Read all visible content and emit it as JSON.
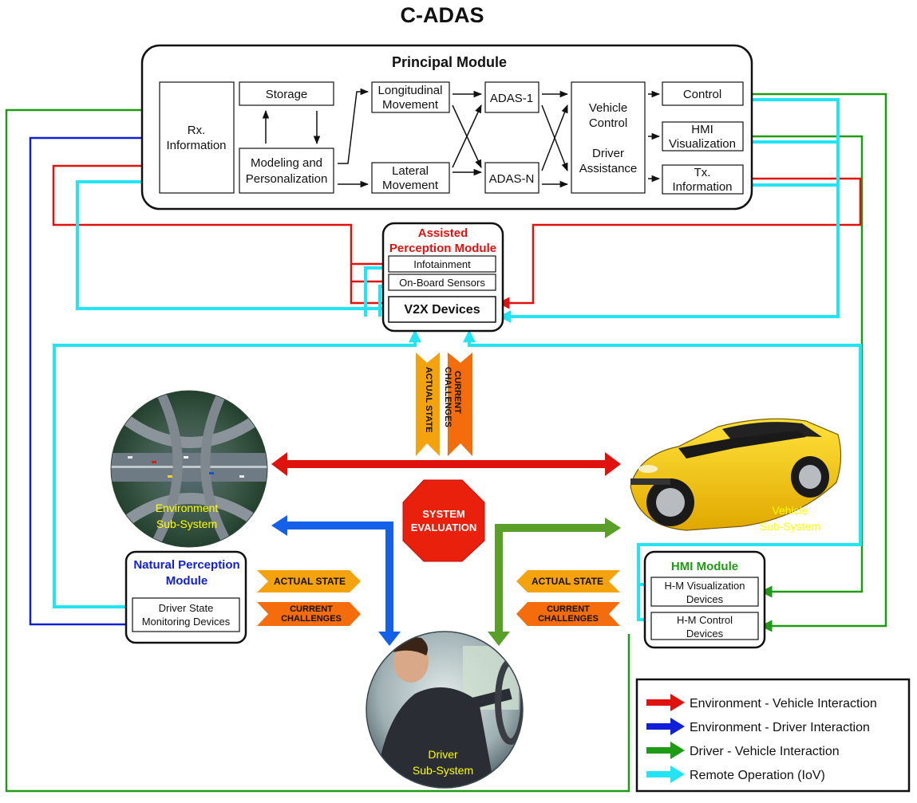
{
  "title": "C-ADAS",
  "principal": {
    "title": "Principal Module",
    "rx": [
      "Rx.",
      "Information"
    ],
    "storage": "Storage",
    "modeling": [
      "Modeling and",
      "Personalization"
    ],
    "longitudinal": [
      "Longitudinal",
      "Movement"
    ],
    "lateral": [
      "Lateral",
      "Movement"
    ],
    "adas1": "ADAS-1",
    "adasn": "ADAS-N",
    "vehicle_control": [
      "Vehicle",
      "Control"
    ],
    "driver_assistance": [
      "Driver",
      "Assistance"
    ],
    "control": "Control",
    "hmi_vis": [
      "HMI",
      "Visualization"
    ],
    "tx": [
      "Tx.",
      "Information"
    ]
  },
  "assisted": {
    "title": [
      "Assisted",
      "Perception Module"
    ],
    "infotainment": "Infotainment",
    "sensors": "On-Board Sensors",
    "v2x": "V2X Devices"
  },
  "natural": {
    "title": [
      "Natural Perception",
      "Module"
    ],
    "device": [
      "Driver State",
      "Monitoring Devices"
    ]
  },
  "hmi": {
    "title": "HMI Module",
    "vis": [
      "H-M Visualization",
      "Devices"
    ],
    "control": [
      "H-M Control",
      "Devices"
    ]
  },
  "center": {
    "actual_state": "ACTUAL STATE",
    "current_challenges": [
      "CURRENT",
      "CHALLENGES"
    ],
    "evaluation": [
      "SYSTEM",
      "EVALUATION"
    ]
  },
  "subsystems": {
    "environment": [
      "Environment",
      "Sub-System"
    ],
    "vehicle": [
      "Vehicle",
      "Sub-System"
    ],
    "driver": [
      "Driver",
      "Sub-System"
    ]
  },
  "legend": [
    {
      "label": "Environment - Vehicle Interaction",
      "color": "#e0120e"
    },
    {
      "label": "Environment - Driver Interaction",
      "color": "#1020d8"
    },
    {
      "label": "Driver - Vehicle Interaction",
      "color": "#1e9a14"
    },
    {
      "label": "Remote Operation (IoV)",
      "color": "#22e4f2"
    }
  ],
  "colors": {
    "red": "#e0120e",
    "blue": "#1020d8",
    "green": "#1e9a14",
    "cyan": "#22e4f2",
    "orange_light": "#f5a20f",
    "orange_dark": "#f56c0c",
    "stop": "#e8200c",
    "assisted_title": "#e0120e",
    "natural_title": "#1020d8",
    "hmi_title": "#1e9a14"
  }
}
